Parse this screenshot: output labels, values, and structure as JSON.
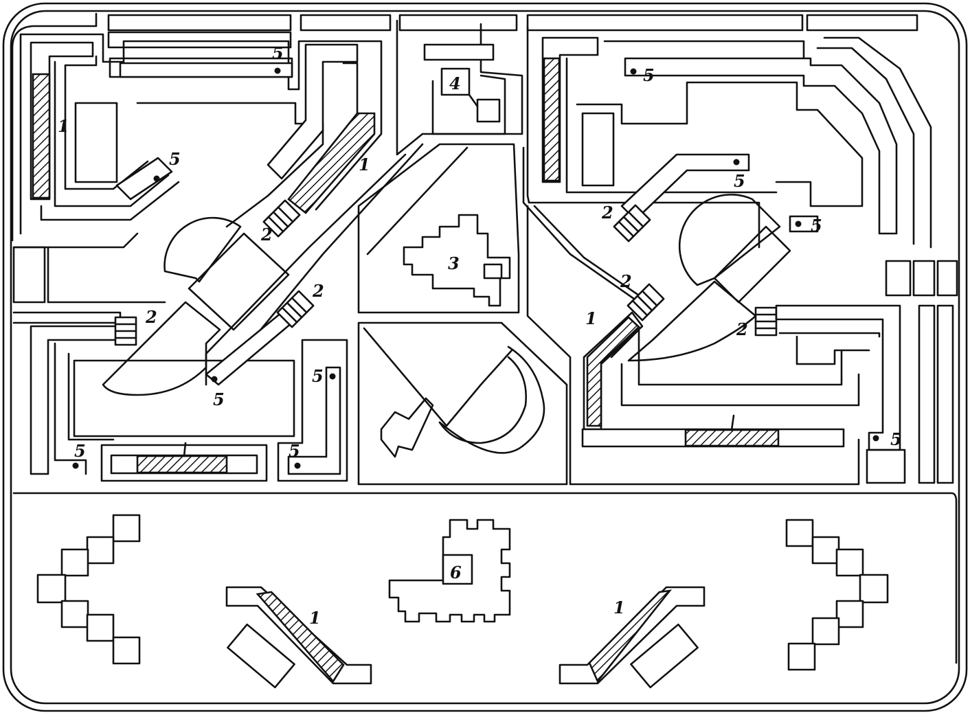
{
  "labels": {
    "residential": "1",
    "garage": "2",
    "school": "3",
    "boiler": "4",
    "parking": "5",
    "service": "6"
  },
  "colors": {
    "ink": "#111111",
    "paper": "#ffffff"
  }
}
